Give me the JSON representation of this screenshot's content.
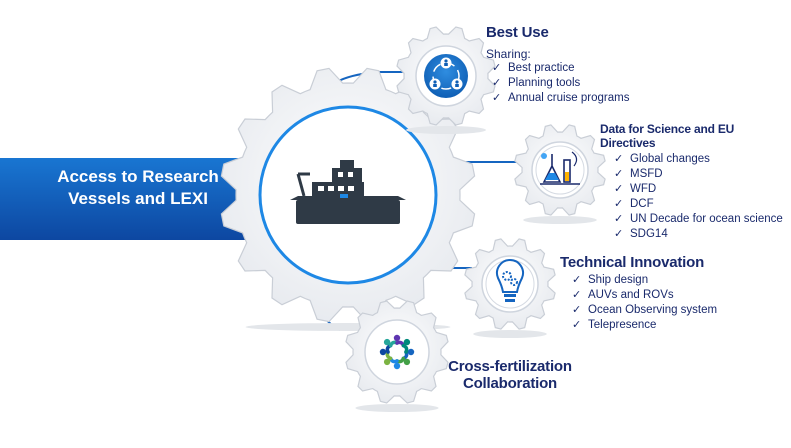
{
  "main": {
    "title_line1": "Access to Research",
    "title_line2": "Vessels and LEXI"
  },
  "branches": {
    "best_use": {
      "heading": "Best Use",
      "sub": "Sharing:",
      "items": [
        "Best  practice",
        "Planning tools",
        "Annual cruise programs"
      ]
    },
    "data_science": {
      "heading": "Data for Science and EU Directives",
      "items": [
        "Global changes",
        "MSFD",
        "WFD",
        "DCF",
        "UN Decade for ocean science",
        "SDG14"
      ]
    },
    "tech_innovation": {
      "heading": "Technical Innovation",
      "items": [
        "Ship design",
        "AUVs and ROVs",
        "Ocean Observing system",
        "Telepresence"
      ]
    },
    "cross_fert": {
      "heading_line1": "Cross-fertilization",
      "heading_line2": "Collaboration"
    }
  },
  "icons": {
    "main": "ship-icon",
    "best_use": "sharing-people-icon",
    "data_science": "lab-science-icon",
    "tech_innovation": "lightbulb-gears-icon",
    "cross_fert": "people-circle-icon"
  },
  "colors": {
    "brand_blue": "#1565c0",
    "navy_text": "#1a2a6c",
    "gear_gray": "#eef0f3",
    "gear_border": "#c9ced6"
  }
}
